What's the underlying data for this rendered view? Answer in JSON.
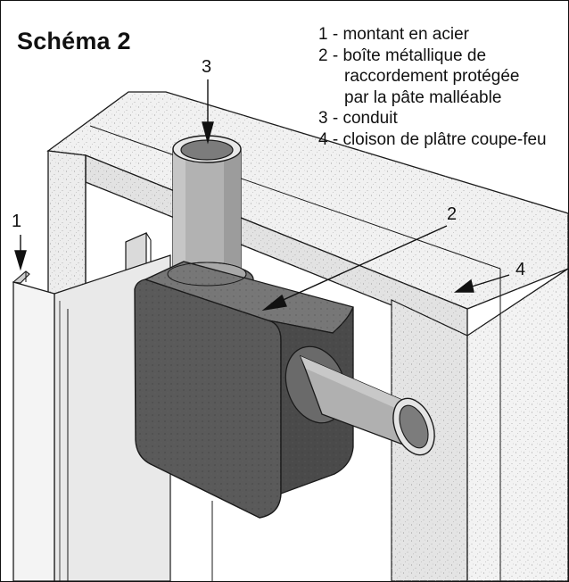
{
  "title": "Schéma 2",
  "legend": [
    {
      "number": "1",
      "lines": [
        "1 - montant en acier"
      ]
    },
    {
      "number": "2",
      "lines": [
        "2 - boîte métallique de",
        "raccordement protégée",
        "par la pâte malléable"
      ]
    },
    {
      "number": "3",
      "lines": [
        "3 - conduit"
      ]
    },
    {
      "number": "4",
      "lines": [
        "4 - cloison de plâtre coupe-feu"
      ]
    }
  ],
  "callouts": {
    "c1": "1",
    "c2": "2",
    "c3": "3",
    "c4": "4"
  },
  "colors": {
    "outline": "#1a1a1a",
    "board": "#f1f1f1",
    "board_shade": "#e2e2e2",
    "stud": "#e9e9e9",
    "box": "#5a5a5a",
    "putty_dark": "#4a4a4a",
    "conduit": "#b2b2b2",
    "conduit_end": "#7c7c7c"
  }
}
